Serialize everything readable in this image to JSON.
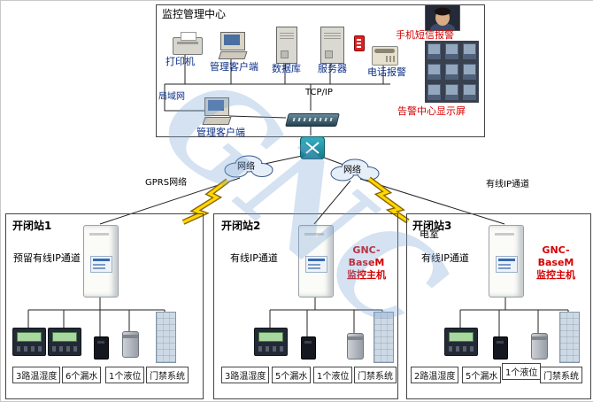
{
  "watermark": "GNC",
  "monitoring_center": {
    "title": "监控管理中心",
    "printer": "打印机",
    "client1": "管理客户端",
    "database": "数据库",
    "server": "服务器",
    "phone_alarm": "电话报警",
    "sms_alarm": "手机短信报警",
    "display_wall": "告警中心显示屏",
    "tcpip": "TCP/IP",
    "lan": "局域网",
    "client2": "管理客户端"
  },
  "network": {
    "cloud_left": "网络",
    "cloud_right": "网络",
    "gprs": "GPRS网络",
    "wired": "有线IP通道"
  },
  "stations": [
    {
      "title": "开闭站1",
      "channel": "预留有线IP通道",
      "sensors": [
        "3路温湿度",
        "6个漏水",
        "1个液位",
        "门禁系统"
      ]
    },
    {
      "title": "开闭站2",
      "channel": "有线IP通道",
      "host_line1": "GNC-BaseM",
      "host_line2": "监控主机",
      "sensors": [
        "3路温湿度",
        "5个漏水",
        "1个液位",
        "门禁系统"
      ]
    },
    {
      "title": "开闭站3",
      "room": "电室",
      "channel": "有线IP通道",
      "host_line1": "GNC-BaseM",
      "host_line2": "监控主机",
      "sensors": [
        "2路温湿度",
        "5个漏水",
        "1个液位",
        "门禁系统"
      ]
    }
  ],
  "colors": {
    "red_label": "#d40000",
    "navy_label": "#0a2f86",
    "watermark_blue": "#7aa6d6",
    "bolt_yellow": "#ffd800"
  }
}
